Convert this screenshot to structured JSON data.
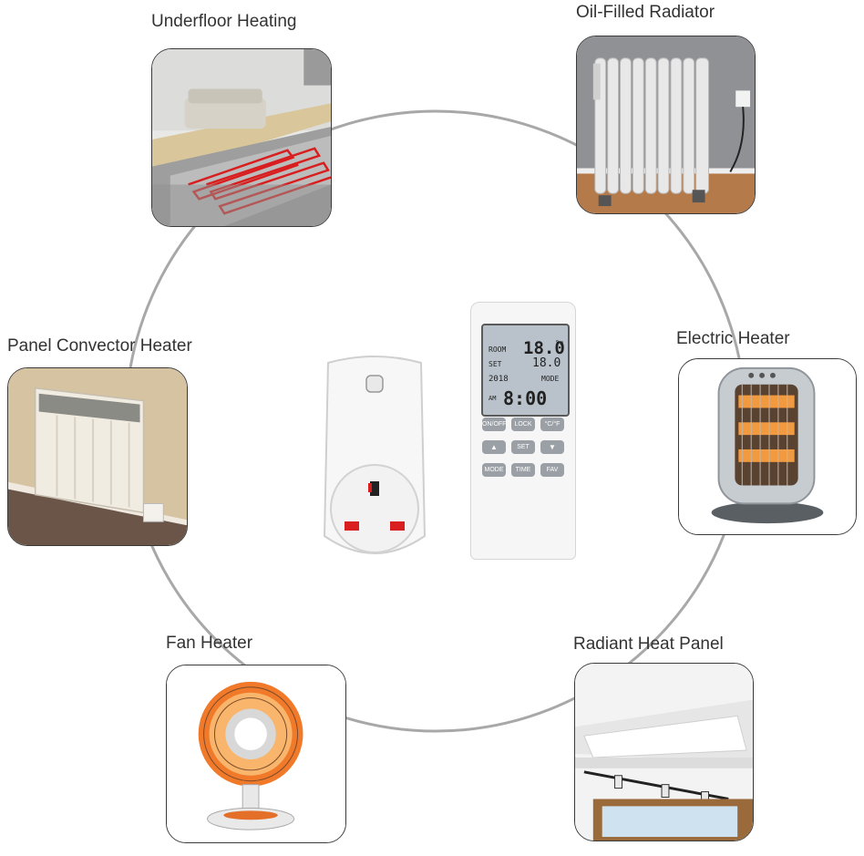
{
  "labels": {
    "underfloor": "Underfloor Heating",
    "oil_radiator": "Oil-Filled Radiator",
    "panel_convector": "Panel Convector Heater",
    "electric_heater": "Electric Heater",
    "fan_heater": "Fan Heater",
    "radiant_panel": "Radiant Heat Panel"
  },
  "remote": {
    "room_label": "ROOM",
    "set_label": "SET",
    "room_temp": "18.0",
    "set_temp": "18.0",
    "unit": "°c",
    "date": "2018",
    "mode_label": "MODE",
    "am_label": "AM",
    "clock": "8:00",
    "buttons": [
      "ON/OFF",
      "LOCK",
      "°C/°F",
      "▲",
      "SET",
      "▼",
      "MODE",
      "TIME",
      "FAV"
    ]
  }
}
